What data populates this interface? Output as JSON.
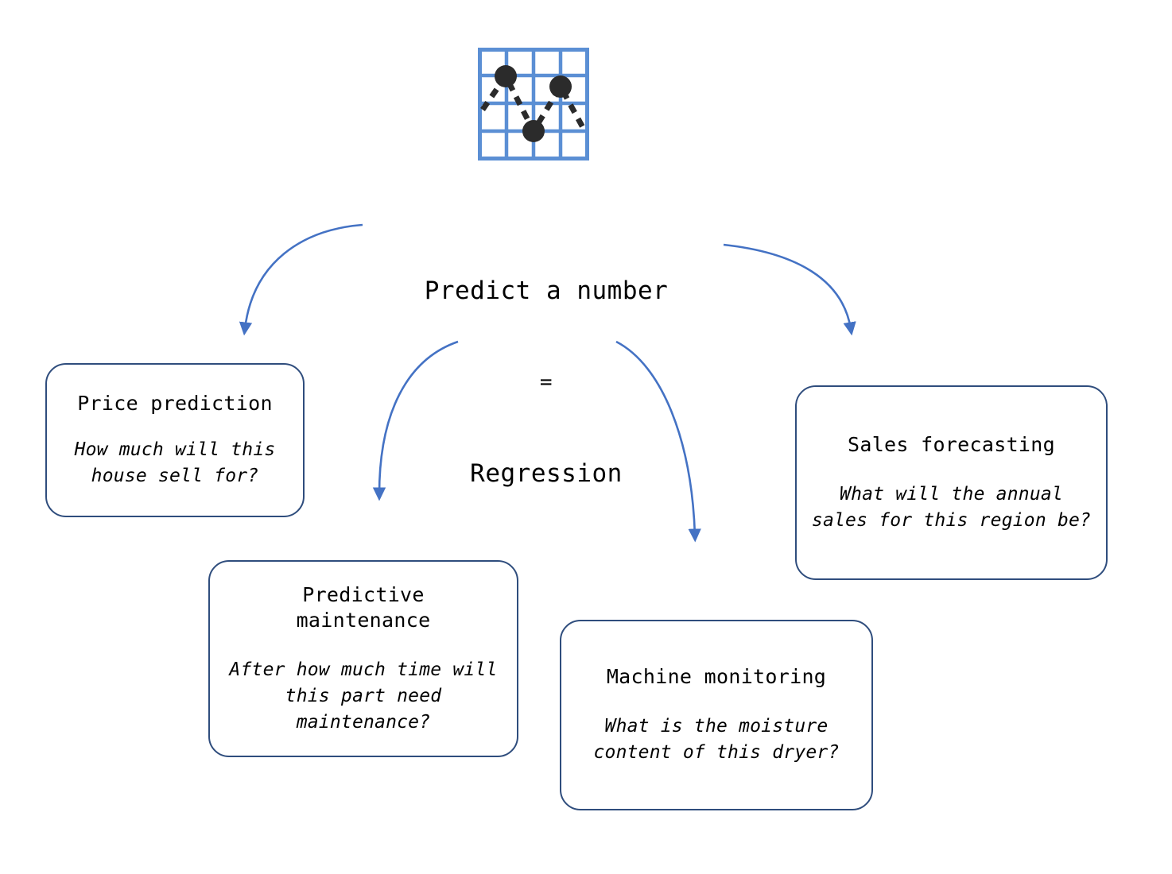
{
  "center": {
    "icon_name": "regression-scatter-grid-icon",
    "title_lines": [
      "Predict a number",
      "=",
      "Regression"
    ],
    "title_line_1": "Predict a number",
    "title_line_2": "=",
    "title_line_3": "Regression"
  },
  "colors": {
    "arrow_blue": "#4472c4",
    "box_border_navy": "#2f4d7d",
    "icon_grid_blue": "#5b8fd4",
    "icon_dot_dark": "#2b2b2b",
    "text_black": "#000000",
    "background": "#ffffff"
  },
  "boxes": [
    {
      "id": "price-prediction",
      "title": "Price prediction",
      "question": "How much will\nthis house sell\nfor?"
    },
    {
      "id": "predictive-maintenance",
      "title": "Predictive\nmaintenance",
      "question": "After how much time\nwill this part need\nmaintenance?"
    },
    {
      "id": "machine-monitoring",
      "title": "Machine monitoring",
      "question": "What is the moisture\ncontent of this\ndryer?"
    },
    {
      "id": "sales-forecasting",
      "title": "Sales forecasting",
      "question": "What will the annual\nsales for this region\nbe?"
    }
  ],
  "arrows": [
    {
      "id": "arrow-to-price-prediction",
      "from": "center",
      "to": "price-prediction"
    },
    {
      "id": "arrow-to-predictive-maintenance",
      "from": "center",
      "to": "predictive-maintenance"
    },
    {
      "id": "arrow-to-machine-monitoring",
      "from": "center",
      "to": "machine-monitoring"
    },
    {
      "id": "arrow-to-sales-forecasting",
      "from": "center",
      "to": "sales-forecasting"
    }
  ]
}
